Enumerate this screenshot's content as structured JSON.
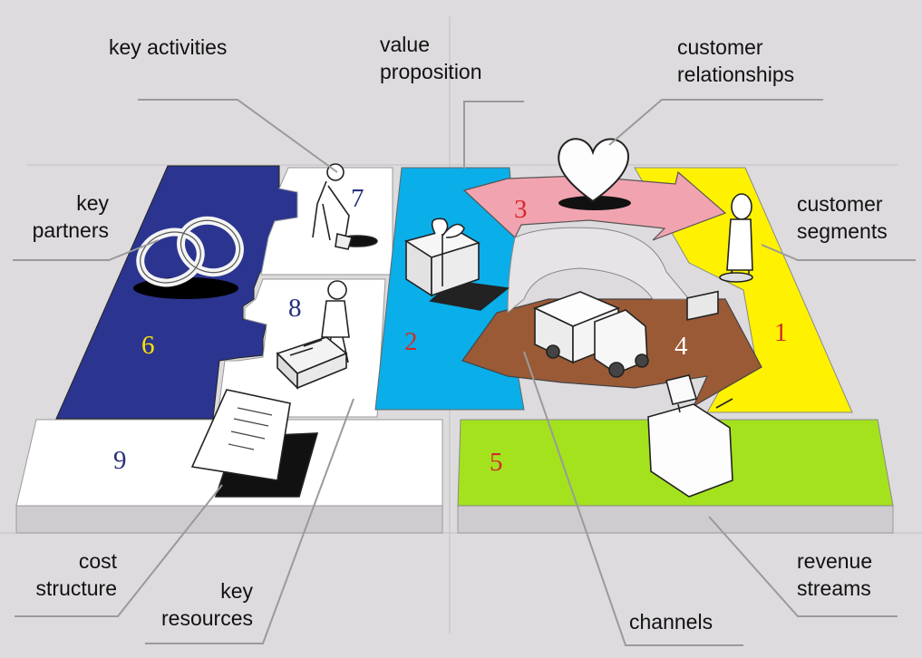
{
  "labels": {
    "key_activities": "key activities",
    "value_proposition": [
      "value",
      "proposition"
    ],
    "customer_relationships": [
      "customer",
      "relationships"
    ],
    "key_partners": [
      "key",
      "partners"
    ],
    "customer_segments": [
      "customer",
      "segments"
    ],
    "cost_structure": [
      "cost",
      "structure"
    ],
    "key_resources": [
      "key",
      "resources"
    ],
    "channels": "channels",
    "revenue_streams": [
      "revenue",
      "streams"
    ]
  },
  "numbers": {
    "customer_segments": "1",
    "value_proposition": "2",
    "customer_relationships": "3",
    "channels": "4",
    "revenue_streams": "5",
    "key_partners": "6",
    "key_activities": "7",
    "key_resources": "8",
    "cost_structure": "9"
  },
  "colors": {
    "background": "#dedbde",
    "key_partners": "#2b3590",
    "value_proposition": "#0aaee8",
    "customer_relationships": "#f2a3b0",
    "channels": "#9a5a36",
    "customer_segments": "#fff200",
    "revenue_streams": "#a4e21e",
    "tile_white": "#ffffff",
    "num_red": "#d42a2a",
    "num_blue": "#27307a",
    "num_yellow": "#ffe400",
    "num_white": "#ffffff"
  },
  "icons": [
    "rings-icon",
    "digging-person-icon",
    "working-person-icon",
    "gift-box-icon",
    "heart-icon",
    "standing-person-icon",
    "truck-icon",
    "cash-register-icon",
    "document-icon"
  ]
}
